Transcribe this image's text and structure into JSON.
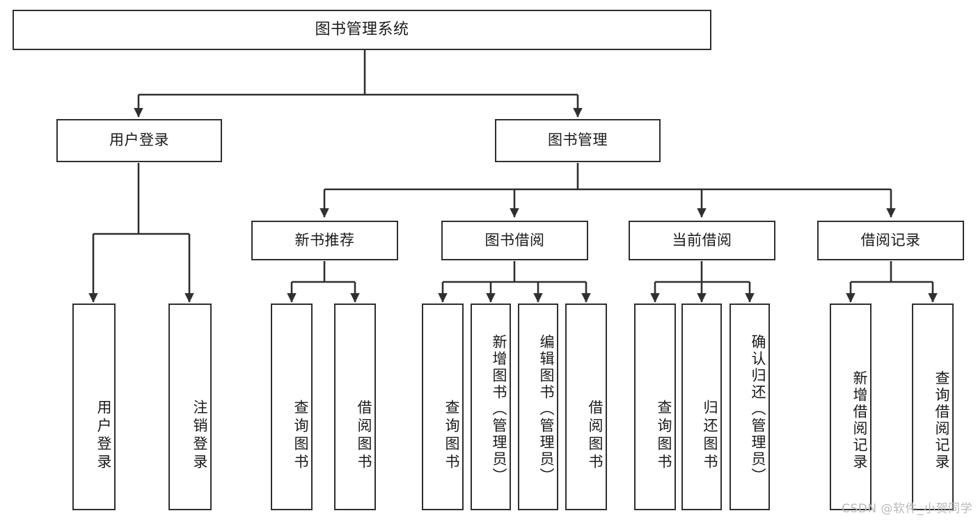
{
  "diagram": {
    "title": "图书管理系统",
    "type": "tree",
    "stroke_color": "#2f2f2f",
    "fill_color": "#ffffff",
    "text_color": "#1a1a1a",
    "nodes": {
      "root": {
        "label": "图书管理系统"
      },
      "level1": [
        {
          "id": "user-login",
          "label": "用户登录"
        },
        {
          "id": "book-manage",
          "label": "图书管理"
        }
      ],
      "level2": [
        {
          "id": "new-book-recommend",
          "label": "新书推荐"
        },
        {
          "id": "book-borrow",
          "label": "图书借阅"
        },
        {
          "id": "current-borrow",
          "label": "当前借阅"
        },
        {
          "id": "borrow-record",
          "label": "借阅记录"
        }
      ],
      "leaves": [
        {
          "id": "leaf-user-login",
          "label": "用户登录",
          "parent": "user-login"
        },
        {
          "id": "leaf-logout-login",
          "label": "注销登录",
          "parent": "user-login"
        },
        {
          "id": "leaf-query-book-1",
          "label": "查询图书",
          "parent": "new-book-recommend"
        },
        {
          "id": "leaf-borrow-book-1",
          "label": "借阅图书",
          "parent": "new-book-recommend"
        },
        {
          "id": "leaf-query-book-2",
          "label": "查询图书",
          "parent": "book-borrow"
        },
        {
          "id": "leaf-add-book",
          "label": "新增图书（管理员）",
          "parent": "book-borrow"
        },
        {
          "id": "leaf-edit-book",
          "label": "编辑图书（管理员）",
          "parent": "book-borrow"
        },
        {
          "id": "leaf-borrow-book-2",
          "label": "借阅图书",
          "parent": "book-borrow"
        },
        {
          "id": "leaf-query-book-3",
          "label": "查询图书",
          "parent": "current-borrow"
        },
        {
          "id": "leaf-return-book",
          "label": "归还图书",
          "parent": "current-borrow"
        },
        {
          "id": "leaf-confirm-return",
          "label": "确认归还（管理员）",
          "parent": "current-borrow"
        },
        {
          "id": "leaf-add-record",
          "label": "新增借阅记录",
          "parent": "borrow-record"
        },
        {
          "id": "leaf-query-record",
          "label": "查询借阅记录",
          "parent": "borrow-record"
        }
      ]
    }
  },
  "watermark": {
    "text": "CSDN @软件_小贺同学"
  }
}
